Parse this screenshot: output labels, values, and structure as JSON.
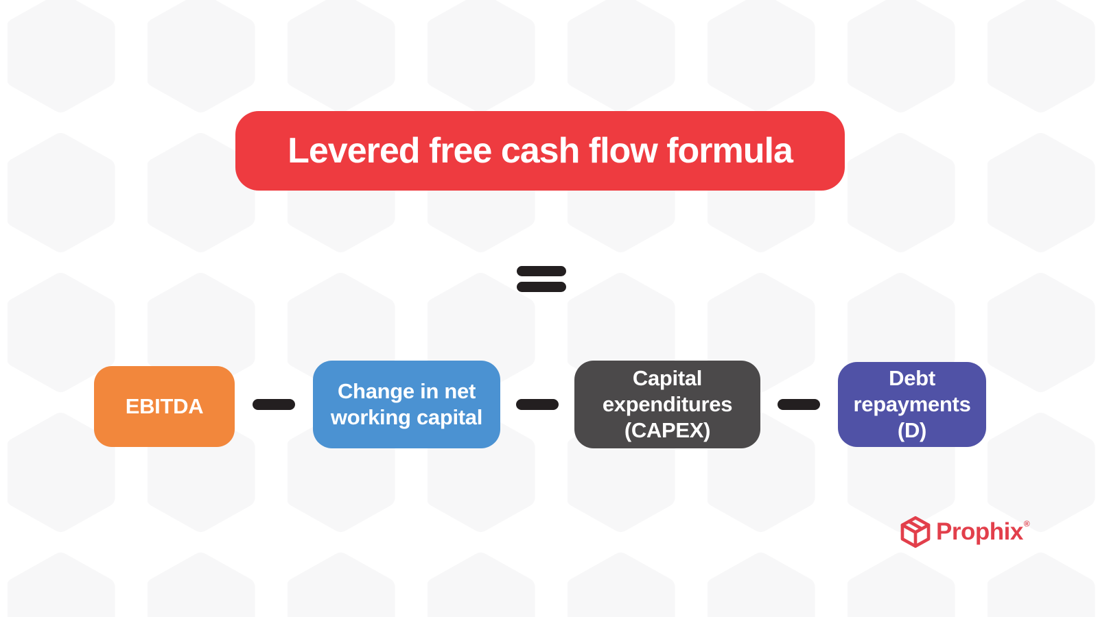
{
  "title": {
    "text": "Levered free cash flow formula"
  },
  "formula": {
    "equals_symbol": "=",
    "minus_symbol": "−",
    "terms": [
      {
        "name": "EBITDA",
        "lines": [
          "EBITDA"
        ],
        "color": "#F2873C"
      },
      {
        "name": "Change in net working capital",
        "lines": [
          "Change in net",
          "working capital"
        ],
        "color": "#4B92D2"
      },
      {
        "name": "Capital expenditures (CAPEX)",
        "lines": [
          "Capital",
          "expenditures",
          "(CAPEX)"
        ],
        "color": "#4B494A"
      },
      {
        "name": "Debt repayments (D)",
        "lines": [
          "Debt",
          "repayments",
          "(D)"
        ],
        "color": "#5052A6"
      }
    ]
  },
  "branding": {
    "logo_text": "Prophix",
    "registered_mark": "®",
    "logo_color": "#E23F4B"
  },
  "colors": {
    "background": "#FFFFFF",
    "hexagon_pattern": "#F7F7F8",
    "title_bg": "#EE3B40",
    "title_text": "#FFFFFF",
    "operator": "#231F20",
    "term_text": "#FFFFFF"
  }
}
